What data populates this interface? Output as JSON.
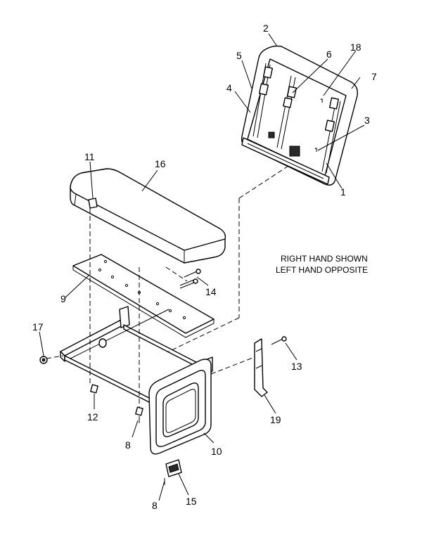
{
  "note": {
    "line1": "RIGHT HAND SHOWN",
    "line2": "LEFT HAND OPPOSITE"
  },
  "callouts": {
    "c1": "1",
    "c2": "2",
    "c3": "3",
    "c4": "4",
    "c5": "5",
    "c6": "6",
    "c7": "7",
    "c8a": "8",
    "c8b": "8",
    "c9": "9",
    "c10": "10",
    "c11": "11",
    "c12": "12",
    "c13": "13",
    "c14": "14",
    "c15": "15",
    "c16": "16",
    "c17": "17",
    "c18": "18",
    "c19": "19"
  }
}
